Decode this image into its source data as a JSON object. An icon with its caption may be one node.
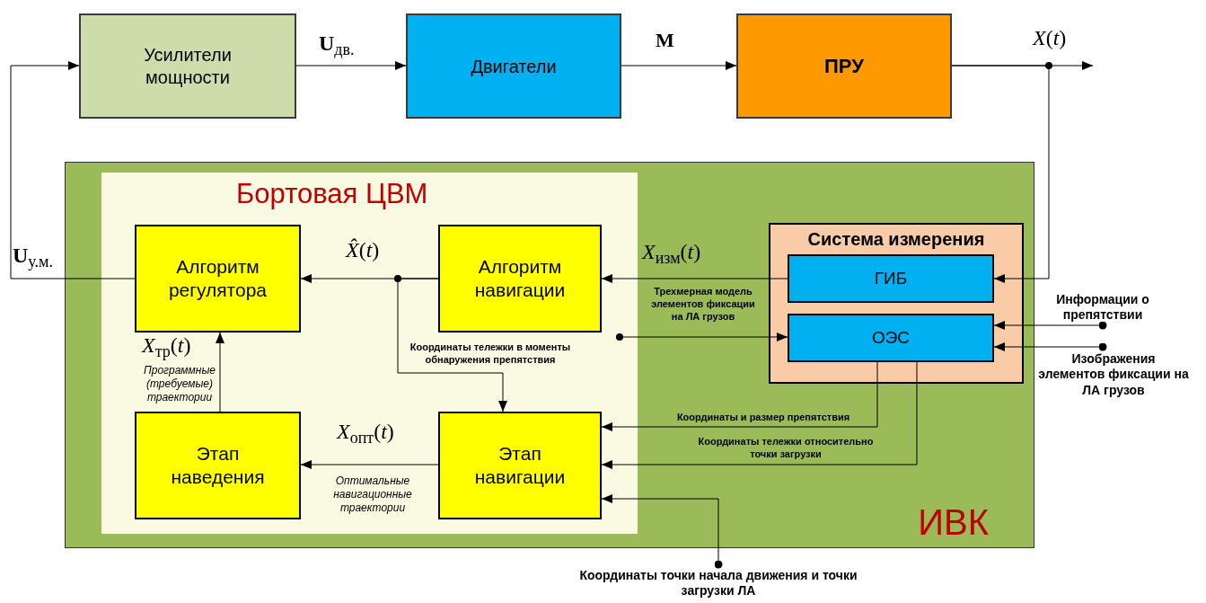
{
  "diagram": {
    "nodes": [
      {
        "text": [
          "Усилители мощности"
        ]
      },
      {
        "text": [
          "Двигатели"
        ]
      },
      {
        "text": [
          "ПРУ"
        ]
      },
      {
        "text": [
          "ИВК"
        ]
      },
      {
        "text": [
          "Бортовая ЦВМ"
        ],
        "in": 3
      },
      {
        "text": [
          "Алгоритм регулятора"
        ],
        "in": 4
      },
      {
        "text": [
          "Алгоритм навигации"
        ],
        "in": 4
      },
      {
        "text": [
          "Этап наведения"
        ],
        "in": 4
      },
      {
        "text": [
          "Этап навигации"
        ],
        "in": 4
      },
      {
        "text": [
          "Система измерения"
        ],
        "in": 3
      },
      {
        "text": [
          "ГИБ"
        ],
        "in": 9
      },
      {
        "text": [
          "ОЭС"
        ],
        "in": 9
      },
      {
        "text": [
          "Информации о препятствии"
        ]
      },
      {
        "text": [
          "Изображения элементов фиксации на ЛА грузов"
        ]
      },
      {
        "text": [
          "Координаты точки начала движения и точки загрузки ЛА"
        ]
      },
      {
        "text": [],
        "shape": "circle",
        "in": 4
      }
    ],
    "edges": [
      {
        "from": 5,
        "to": 0,
        "arrow": "to",
        "label": "**U**$_{у.м.}$"
      },
      {
        "from": 0,
        "to": 1,
        "arrow": "to",
        "label": "**U**$_{дв.}$"
      },
      {
        "from": 1,
        "to": 2,
        "arrow": "to",
        "label": "M"
      },
      {
        "from": 2,
        "to": null,
        "arrow": "to",
        "label": "*X*(*t*)"
      },
      {
        "from": 2,
        "to": 10,
        "arrow": "to"
      },
      {
        "from": 10,
        "to": 6,
        "arrow": "to",
        "label": "*X*$_{изм}$(*t*)"
      },
      {
        "from": 6,
        "to": 5,
        "arrow": "to",
        "label": "*X̂*(*t*)"
      },
      {
        "from": 6,
        "to": 8,
        "arrow": "to",
        "label": "Координаты тележки в моменты обнаружения препятствия"
      },
      {
        "from": 7,
        "to": 5,
        "arrow": "to",
        "label": "*X*$_{тр}$(*t*)"
      },
      {
        "from": 8,
        "to": 7,
        "arrow": "to",
        "label": "*X*$_{опт}$(*t*)"
      },
      {
        "from": 15,
        "to": 11,
        "arrow": "to",
        "label": "Трехмерная модель элементов фиксации на ЛА грузов"
      },
      {
        "from": 12,
        "to": 11,
        "arrow": "to"
      },
      {
        "from": 13,
        "to": 11,
        "arrow": "to"
      },
      {
        "from": 11,
        "to": 8,
        "arrow": "to",
        "label": "Координаты и размер препятствия"
      },
      {
        "from": 11,
        "to": 8,
        "arrow": "to",
        "label": "Координаты тележки относительно точки загрузки"
      },
      {
        "from": 14,
        "to": 8,
        "arrow": "to"
      }
    ],
    "labels": [
      "Программные (требуемые) траектории",
      "Оптимальные навигационные траектории"
    ]
  }
}
